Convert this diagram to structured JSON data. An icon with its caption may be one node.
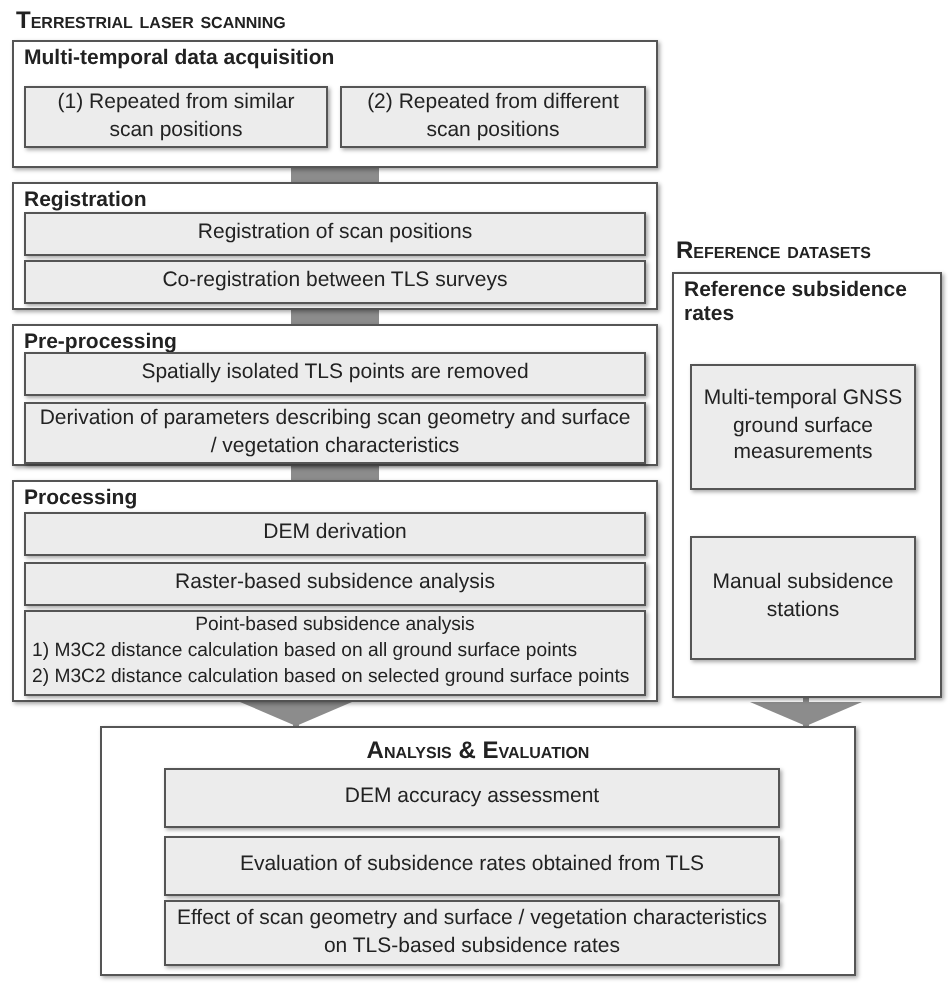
{
  "diagram": {
    "nodes": [
      {
        "text": [
          "Multi-temporal data acquisition"
        ]
      },
      {
        "text": [
          "(1) Repeated from similar scan positions"
        ],
        "in": 0
      },
      {
        "text": [
          "(2) Repeated from different scan positions"
        ],
        "in": 0
      },
      {
        "text": [
          "Registration"
        ]
      },
      {
        "text": [
          "Registration of scan positions"
        ],
        "in": 3
      },
      {
        "text": [
          "Co-registration between TLS surveys"
        ],
        "in": 3
      },
      {
        "text": [
          "Pre-processing"
        ]
      },
      {
        "text": [
          "Spatially isolated TLS points are removed"
        ],
        "in": 6
      },
      {
        "text": [
          "Derivation of parameters describing scan geometry and surface / vegetation characteristics"
        ],
        "in": 6
      },
      {
        "text": [
          "Processing"
        ]
      },
      {
        "text": [
          "DEM derivation"
        ],
        "in": 9
      },
      {
        "text": [
          "Raster-based subsidence analysis"
        ],
        "in": 9
      },
      {
        "text": [
          "Point-based subsidence analysis",
          "1) M3C2 distance calculation based on all ground surface points",
          "2) M3C2 distance calculation based on selected ground surface points"
        ],
        "in": 9
      },
      {
        "text": [
          "Reference subsidence rates"
        ]
      },
      {
        "text": [
          "Multi-temporal GNSS ground surface measurements"
        ],
        "in": 13
      },
      {
        "text": [
          "Manual subsidence stations"
        ],
        "in": 13
      },
      {
        "text": [
          "Analysis & Evaluation"
        ]
      },
      {
        "text": [
          "DEM accuracy assessment"
        ],
        "in": 16
      },
      {
        "text": [
          "Evaluation of subsidence rates obtained from TLS"
        ],
        "in": 16
      },
      {
        "text": [
          "Effect of scan geometry and surface / vegetation characteristics on TLS-based subsidence rates"
        ],
        "in": 16
      }
    ],
    "edges": [
      {
        "from": 0,
        "to": 3,
        "arrow": "none"
      },
      {
        "from": 3,
        "to": 6,
        "arrow": "none"
      },
      {
        "from": 6,
        "to": 9,
        "arrow": "none"
      },
      {
        "from": 9,
        "to": 16,
        "arrow": "to"
      },
      {
        "from": 13,
        "to": 16,
        "arrow": "to"
      }
    ],
    "labels": [
      "Terrestrial laser scanning",
      "Reference datasets"
    ]
  }
}
